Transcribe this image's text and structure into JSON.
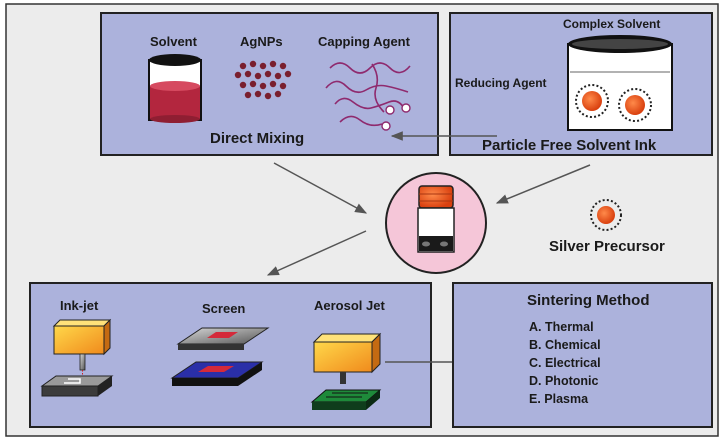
{
  "panels": {
    "direct_mixing": {
      "title": "Direct Mixing",
      "solvent": "Solvent",
      "agnps": "AgNPs",
      "capping_agent": "Capping Agent"
    },
    "particle_free": {
      "title": "Particle Free Solvent Ink",
      "complex_solvent": "Complex Solvent",
      "reducing_agent": "Reducing Agent"
    },
    "center": {
      "silver_precursor": "Silver Precursor"
    },
    "printing": {
      "inkjet": "Ink-jet",
      "screen": "Screen",
      "aerosol": "Aerosol Jet"
    },
    "sintering": {
      "title": "Sintering Method",
      "methods": [
        "A.  Thermal",
        "B.  Chemical",
        "C.  Electrical",
        "D.  Photonic",
        "E.  Plasma"
      ]
    }
  },
  "colors": {
    "panel_fill": "#acb2dc",
    "background": "#ececec",
    "ink_red": "#b3263e",
    "agnp": "#7a1f2e",
    "ligand": "#8f2a6e",
    "particle_orange": "#ee5a1c",
    "vial_circle": "#f5c6d8",
    "screen_blue": "#2a2fa8",
    "substrate_green": "#1e8a3a"
  }
}
